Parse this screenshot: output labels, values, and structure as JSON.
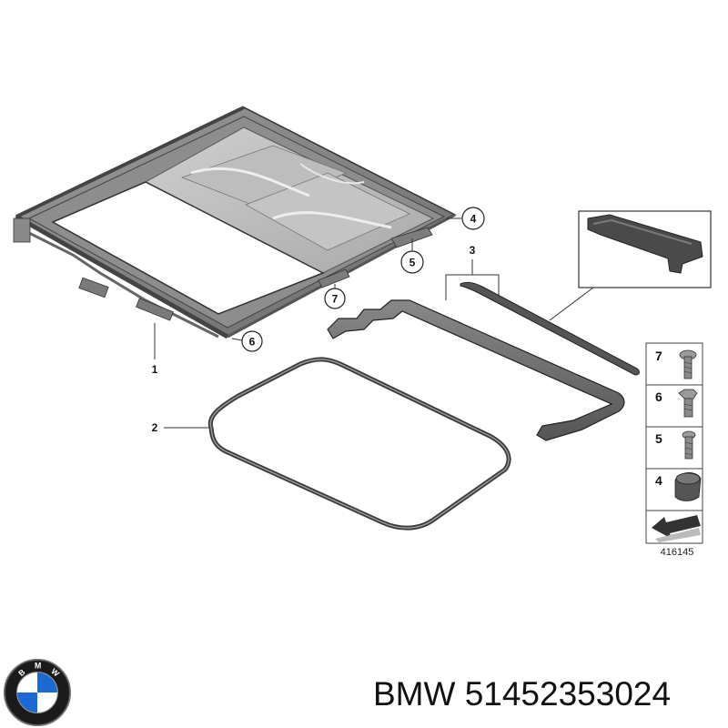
{
  "diagram": {
    "callouts": {
      "part1": "1",
      "part2": "2",
      "part3": "3",
      "part4": "4",
      "part5": "5",
      "part6": "6",
      "part7": "7"
    },
    "hardware_panel": {
      "items": [
        "7",
        "6",
        "5",
        "4"
      ]
    },
    "reference_number": "416145"
  },
  "caption": {
    "text": "BMW 51452353024"
  },
  "logo": {
    "lettering": "BMW",
    "colors": {
      "ring": "#1a1a1a",
      "blue": "#1c69d4",
      "white": "#ffffff"
    }
  }
}
